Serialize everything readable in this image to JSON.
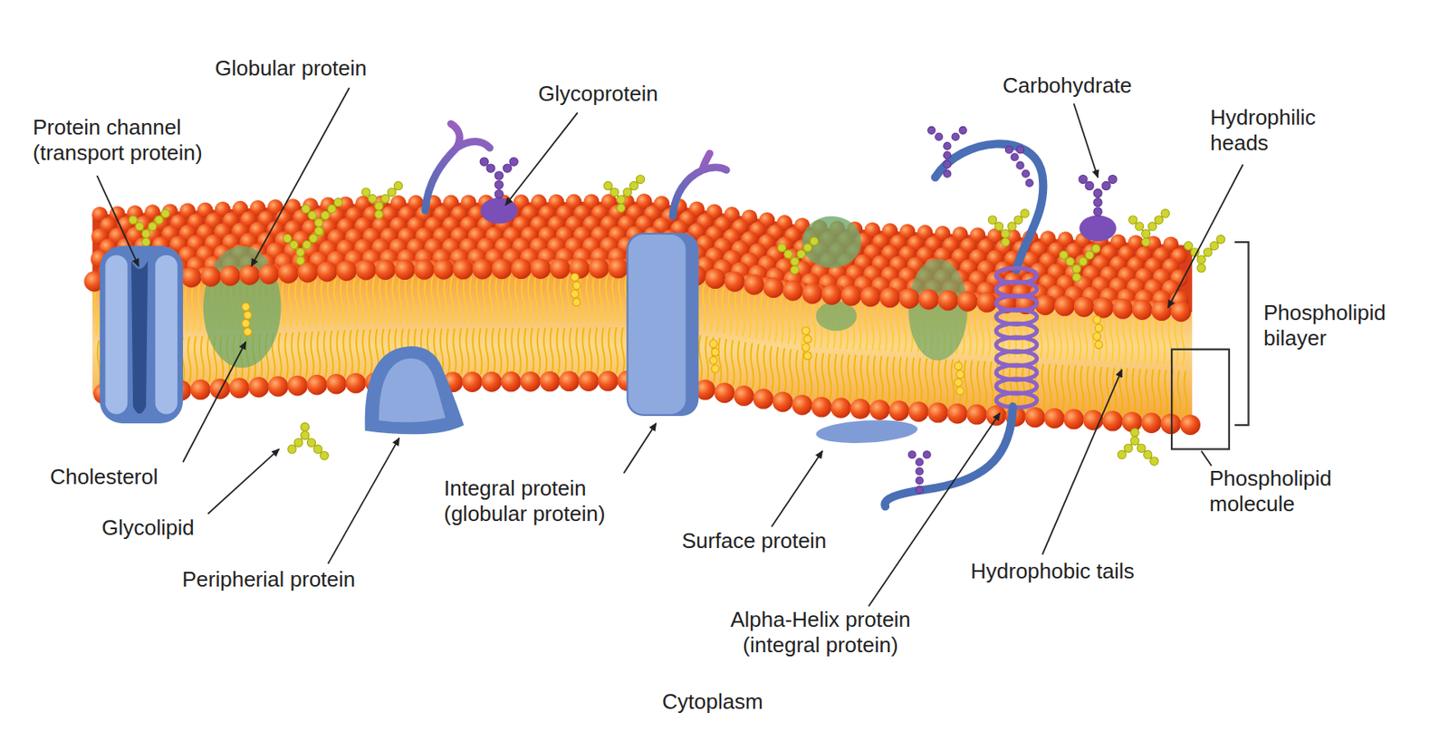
{
  "diagram": {
    "labels": [
      "Protein channel (transport protein)",
      "Globular protein",
      "Glycoprotein",
      "Carbohydrate",
      "Hydrophilic heads",
      "Phospholipid bilayer",
      "Cholesterol",
      "Glycolipid",
      "Peripherial protein",
      "Integral protein (globular protein)",
      "Surface protein",
      "Alpha-Helix protein (integral protein)",
      "Hydrophobic tails",
      "Phospholipid molecule",
      "Cytoplasm"
    ]
  }
}
